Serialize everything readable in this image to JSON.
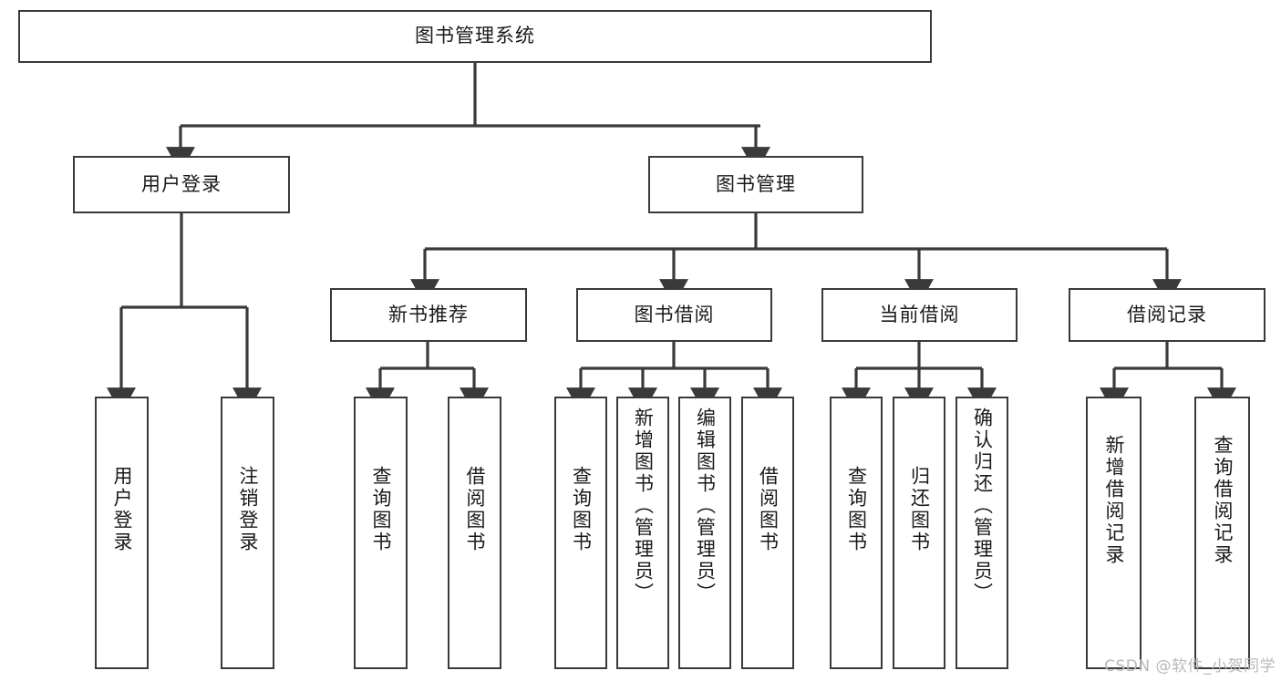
{
  "diagram": {
    "title": "图书管理系统",
    "type": "hierarchy-tree",
    "colors": {
      "box_border": "#3a3a3a",
      "box_fill": "#ffffff",
      "edge": "#3a3a3a",
      "background": "#ffffff",
      "watermark": "#b9b9b9"
    },
    "watermark": "CSDN @软件_小贺同学",
    "levels": {
      "root": {
        "label": "图书管理系统"
      },
      "tier2": [
        {
          "label": "用户登录"
        },
        {
          "label": "图书管理"
        }
      ],
      "tier3": [
        {
          "label": "新书推荐"
        },
        {
          "label": "图书借阅"
        },
        {
          "label": "当前借阅"
        },
        {
          "label": "借阅记录"
        }
      ],
      "leaves": {
        "user_login": [
          {
            "label": "用户登录"
          },
          {
            "label": "注销登录"
          }
        ],
        "new_book_recommend": [
          {
            "label": "查询图书"
          },
          {
            "label": "借阅图书"
          }
        ],
        "book_borrow": [
          {
            "label": "查询图书"
          },
          {
            "label": "新增图书（管理员）"
          },
          {
            "label": "编辑图书（管理员）"
          },
          {
            "label": "借阅图书"
          }
        ],
        "current_borrow": [
          {
            "label": "查询图书"
          },
          {
            "label": "归还图书"
          },
          {
            "label": "确认归还（管理员）"
          }
        ],
        "borrow_record": [
          {
            "label": "新增借阅记录"
          },
          {
            "label": "查询借阅记录"
          }
        ]
      }
    }
  }
}
